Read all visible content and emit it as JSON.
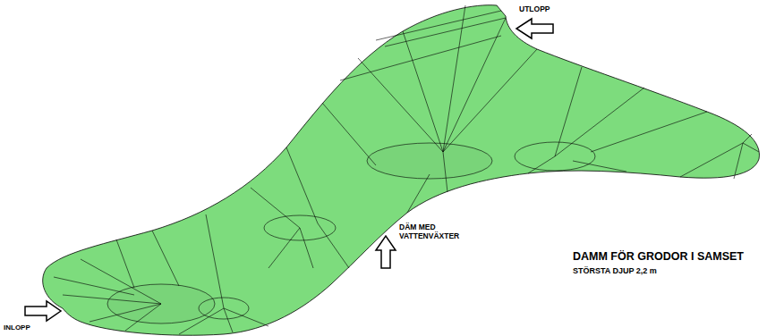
{
  "diagram": {
    "title": "DAMM FÖR GRODOR I SAMSET",
    "labels": [
      "STÖRSTA DJUP 2,2 m",
      "UTLOPP",
      "INLOPP",
      "DÄM MED VATTENVÄXTER"
    ]
  }
}
